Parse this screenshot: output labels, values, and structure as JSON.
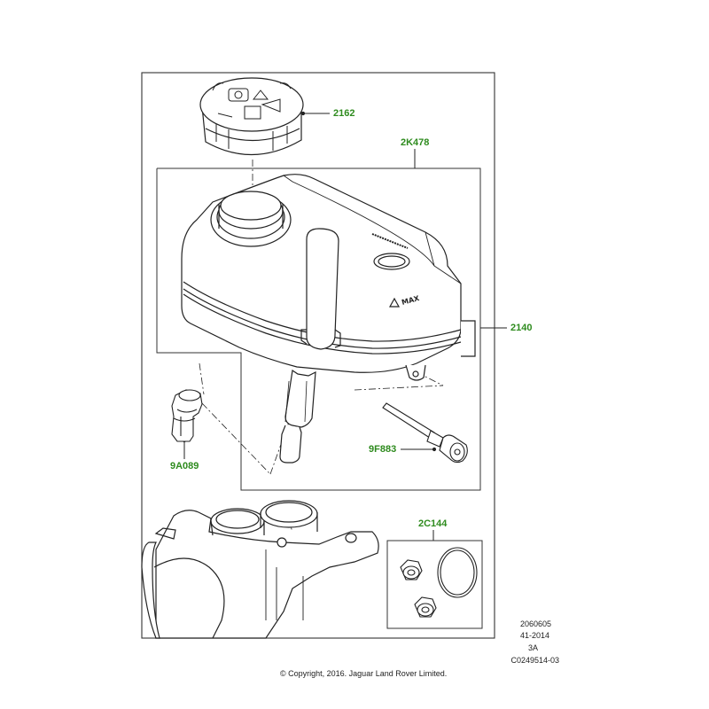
{
  "callouts": {
    "c2162": "2162",
    "c2k478": "2K478",
    "c2140": "2140",
    "c9a089": "9A089",
    "c9f883": "9F883",
    "c2c144": "2C144"
  },
  "reference": {
    "line1": "2060605",
    "line2": "41-2014",
    "line3": "3A",
    "line4": "C0249514-03"
  },
  "copyright": "© Copyright, 2016. Jaguar Land Rover Limited.",
  "reservoir_embossing": {
    "max_mark": "MAX"
  },
  "colors": {
    "callout": "#2e8b1e",
    "line": "#222222"
  }
}
